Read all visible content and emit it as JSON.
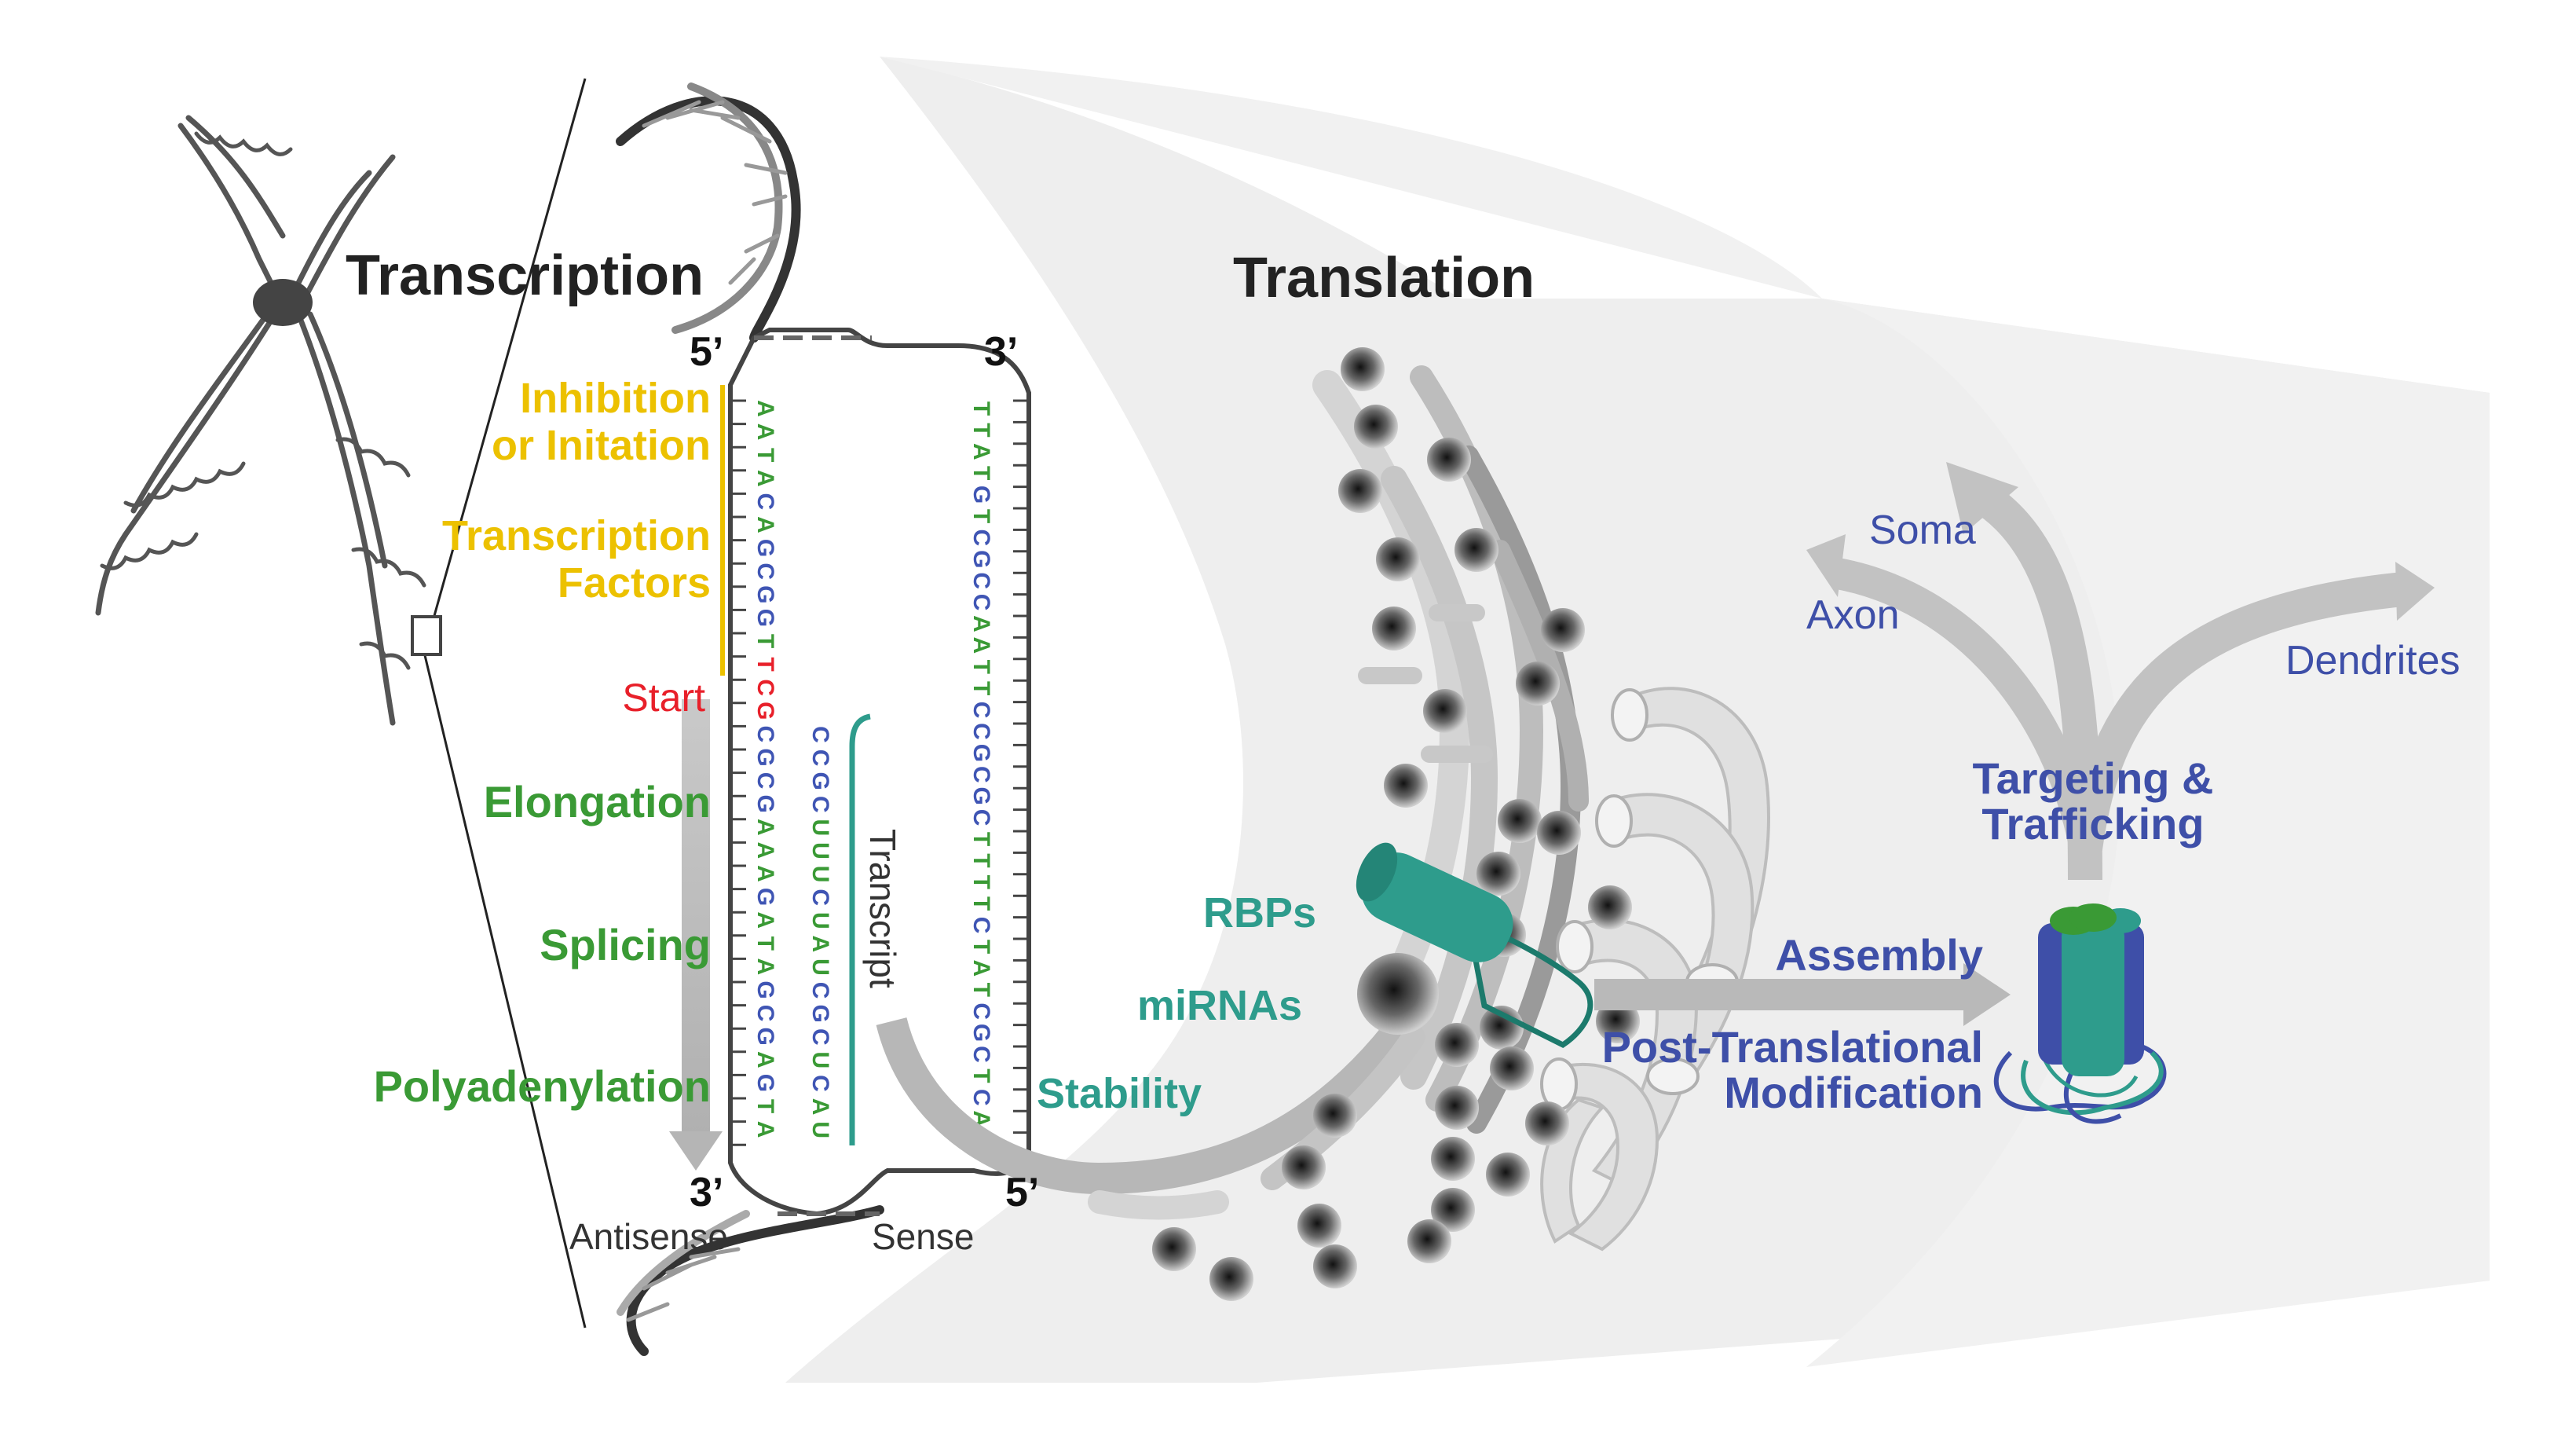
{
  "titles": {
    "transcription": "Transcription",
    "translation": "Translation"
  },
  "strand_ends": {
    "antisense_top": "5’",
    "sense_top": "3’",
    "antisense_bottom": "3’",
    "sense_bottom": "5’"
  },
  "strand_labels": {
    "antisense": "Antisense",
    "sense": "Sense",
    "transcript": "Transcript"
  },
  "stage_labels": {
    "inhibition_1": "Inhibition",
    "inhibition_2": "or Initation",
    "tf_1": "Transcription",
    "tf_2": "Factors",
    "start": "Start",
    "elongation": "Elongation",
    "splicing": "Splicing",
    "polyadenylation": "Polyadenylation"
  },
  "regulation_labels": {
    "rbps": "RBPs",
    "mirnas": "miRNAs",
    "stability": "Stability"
  },
  "protein_labels": {
    "assembly": "Assembly",
    "ptm_1": "Post-Translational",
    "ptm_2": "Modification",
    "targeting_1": "Targeting &",
    "targeting_2": "Trafficking"
  },
  "destinations": {
    "soma": "Soma",
    "axon": "Axon",
    "dendrites": "Dendrites"
  },
  "sequences": {
    "antisense": "AATACAGCGGTTCGCGCGAAAGATAGCGAGTA",
    "sense": "TTATGTCGCCAATTCCGCGCTTTTCTATCGCTCAT",
    "transcript": "CCGCUUUCUAUCGCUCAU"
  },
  "colors": {
    "yellow": "#ecc100",
    "red": "#e8202a",
    "green": "#3a9a35",
    "teal": "#2e9c8c",
    "blue": "#3e4fa8",
    "nuc_blue": "#3f55b4",
    "nuc_green": "#3a9a35"
  }
}
